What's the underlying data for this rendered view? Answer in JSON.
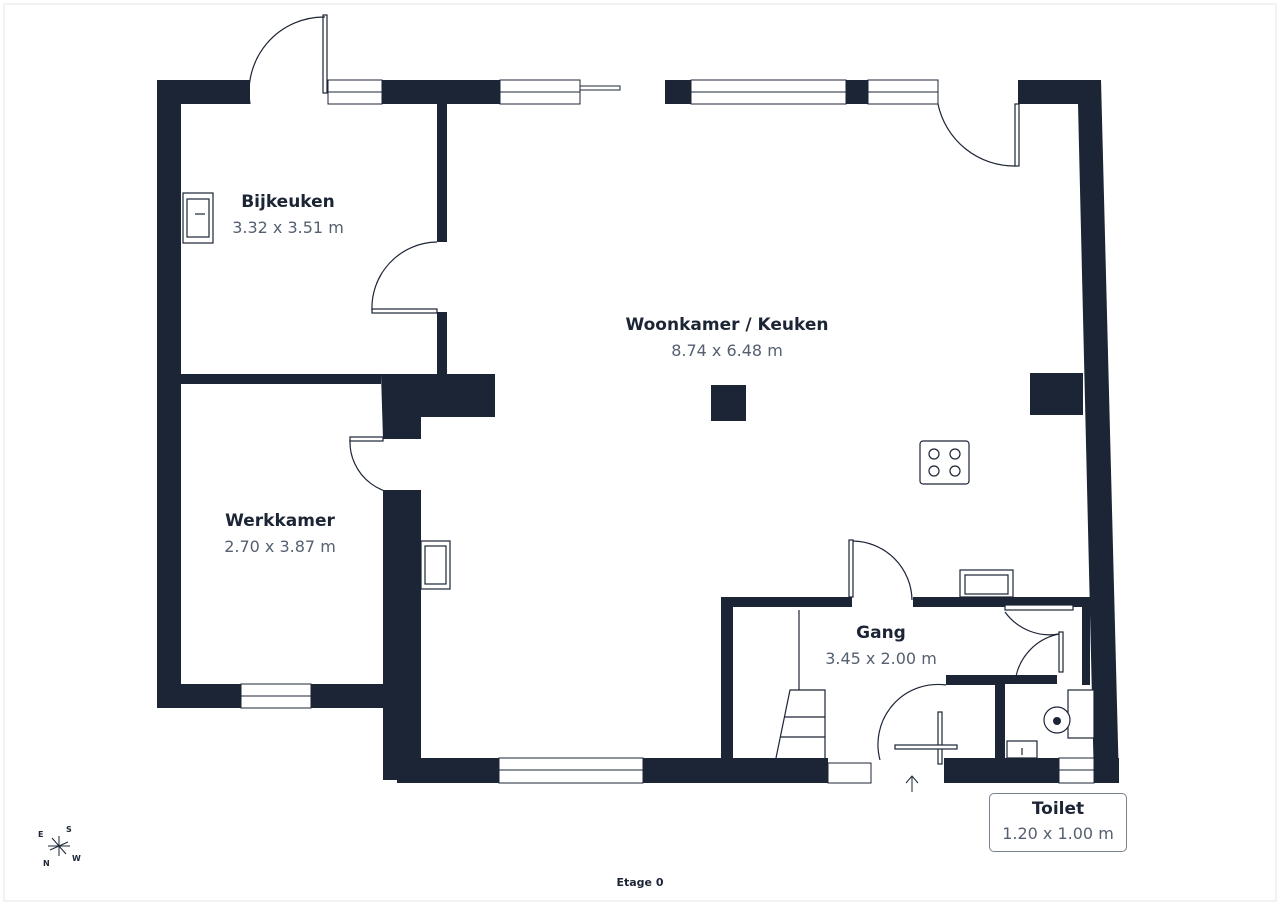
{
  "floor": {
    "label": "Etage 0"
  },
  "rooms": {
    "bijkeuken": {
      "name": "Bijkeuken",
      "size": "3.32 x 3.51 m"
    },
    "woonkamer": {
      "name": "Woonkamer / Keuken",
      "size": "8.74 x 6.48 m"
    },
    "werkkamer": {
      "name": "Werkkamer",
      "size": "2.70 x 3.87 m"
    },
    "gang": {
      "name": "Gang",
      "size": "3.45 x 2.00 m"
    },
    "toilet": {
      "name": "Toilet",
      "size": "1.20 x 1.00 m"
    }
  },
  "compass": {
    "e": "E",
    "s": "S",
    "n": "N",
    "w": "W"
  },
  "colors": {
    "wall": "#1c2535",
    "label": "#1c2535",
    "size_text": "#556070",
    "frame": "#d0d4da"
  }
}
